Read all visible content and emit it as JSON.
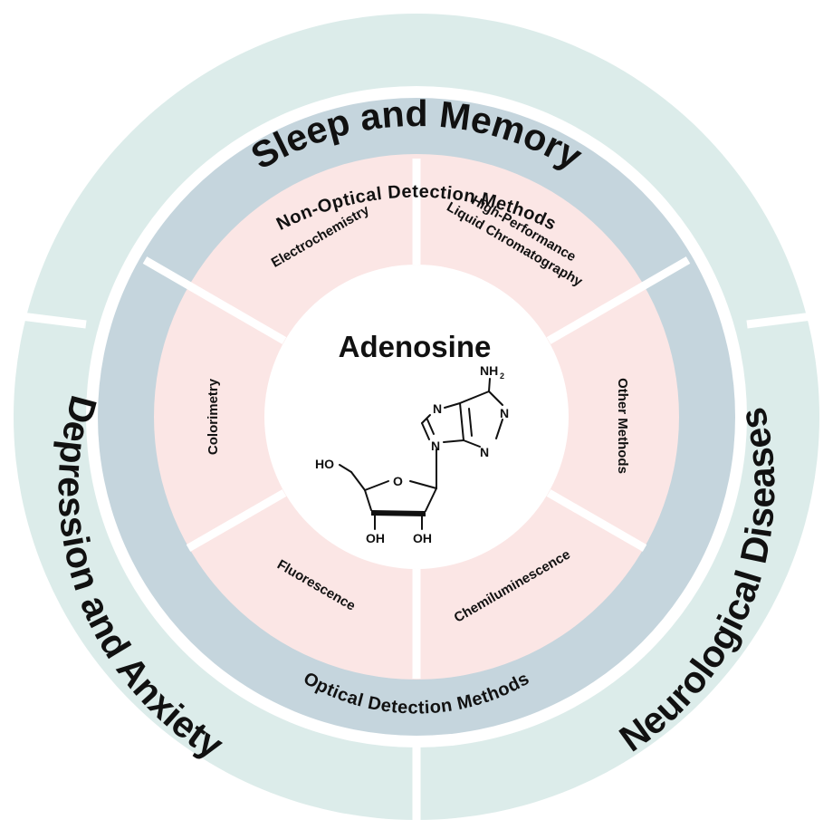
{
  "colors": {
    "outer_ring": "#dcecea",
    "method_ring": "#c5d5dd",
    "inner_sectors": "#fbe6e5",
    "center": "#ffffff",
    "gap": "#ffffff",
    "text": "#111111"
  },
  "outer_segments": [
    {
      "label": "Sleep and Memory"
    },
    {
      "label": "Neurological Diseases"
    },
    {
      "label": "Depression and Anxiety"
    }
  ],
  "method_groups": [
    {
      "label": "Non-Optical Detection  Methods"
    },
    {
      "label": "Optical  Detection  Methods"
    }
  ],
  "sectors": [
    {
      "lines": [
        "Electrochemistry"
      ]
    },
    {
      "lines": [
        "High-Performance",
        "Liquid Chromatography"
      ]
    },
    {
      "lines": [
        "Other Methods"
      ]
    },
    {
      "lines": [
        "Chemiluminescence"
      ]
    },
    {
      "lines": [
        "Fluorescence"
      ]
    },
    {
      "lines": [
        "Colorimetry"
      ]
    }
  ],
  "center": {
    "title": "Adenosine",
    "atoms": {
      "nh2": "NH",
      "nh2_sub": "2",
      "n1": "N",
      "n3": "N",
      "n7": "N",
      "n9": "N",
      "o_ring": "O",
      "ho": "HO",
      "oh_left": "OH",
      "oh_right": "OH"
    }
  }
}
